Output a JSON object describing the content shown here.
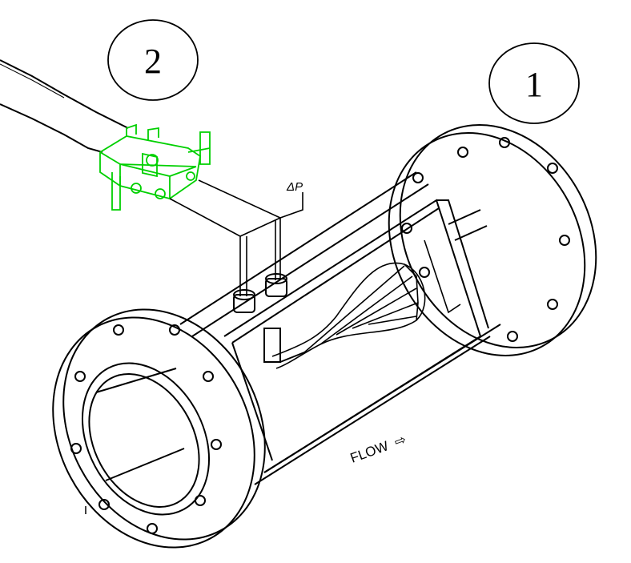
{
  "diagram": {
    "callout_1": "1",
    "callout_2": "2",
    "delta_p_label": "ΔP",
    "flow_label": "FLOW",
    "flow_arrow": "⇨",
    "colors": {
      "line": "#000000",
      "manifold": "#00d000",
      "background": "#ffffff"
    }
  }
}
